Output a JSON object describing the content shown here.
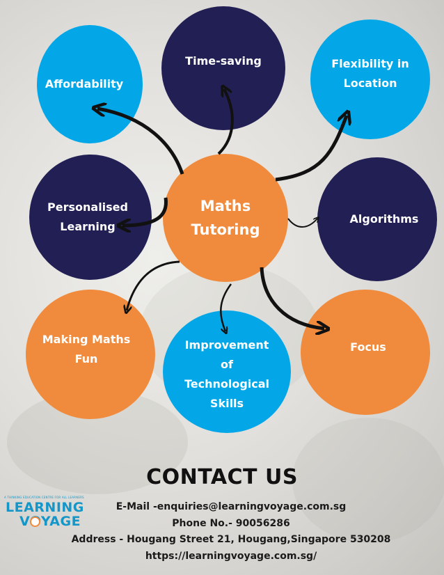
{
  "center": {
    "line1": "Maths",
    "line2": "Tutoring"
  },
  "topics": {
    "affordability": "Affordability",
    "time_saving": "Time-saving",
    "flexibility_1": "Flexibility in",
    "flexibility_2": "Location",
    "personalised_1": "Personalised",
    "personalised_2": "Learning",
    "algorithms": "Algorithms",
    "making_fun_1": "Making Maths",
    "making_fun_2": "Fun",
    "improvement_1": "Improvement",
    "improvement_2": "of",
    "improvement_3": "Technological",
    "improvement_4": "Skills",
    "focus": "Focus"
  },
  "colors": {
    "navy": "#221f54",
    "blue": "#03a7e8",
    "orange": "#f08a3c"
  },
  "contact": {
    "title": "CONTACT US",
    "email": "E-Mail -enquiries@learningvoyage.com.sg",
    "phone": "Phone No.- 90056286",
    "address": "Address -  Hougang Street 21, Hougang,Singapore 530208",
    "website": "https://learningvoyage.com.sg/"
  },
  "logo": {
    "tagline": "A THINKING EDUCATION CENTRE FOR ALL LEARNERS",
    "line1": "LEARNING",
    "line2": "VOYAGE"
  }
}
